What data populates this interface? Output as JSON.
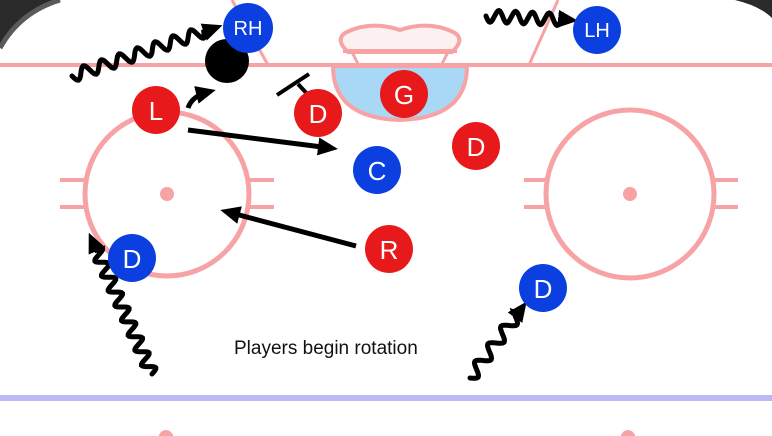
{
  "caption": "Players begin rotation",
  "colors": {
    "team_red": "#e8191b",
    "team_blue": "#0b3fe0",
    "rink_line": "#f7a3a6",
    "blue_line": "#b9b9f5",
    "crease_fill": "#a8d8f5",
    "puck": "#000000",
    "arrow": "#000000"
  },
  "players": [
    {
      "id": "blue-rh",
      "label": "RH",
      "team": "blue"
    },
    {
      "id": "blue-lh",
      "label": "LH",
      "team": "blue"
    },
    {
      "id": "red-l",
      "label": "L",
      "team": "red"
    },
    {
      "id": "red-d-left",
      "label": "D",
      "team": "red"
    },
    {
      "id": "red-g",
      "label": "G",
      "team": "red"
    },
    {
      "id": "red-d-right",
      "label": "D",
      "team": "red"
    },
    {
      "id": "blue-c",
      "label": "C",
      "team": "blue"
    },
    {
      "id": "red-r",
      "label": "R",
      "team": "red"
    },
    {
      "id": "blue-d-left",
      "label": "D",
      "team": "blue"
    },
    {
      "id": "blue-d-right",
      "label": "D",
      "team": "blue"
    }
  ],
  "movements": [
    {
      "from": "offscreen-left",
      "to": "blue-rh",
      "type": "skate-with-puck"
    },
    {
      "from": "offscreen-center",
      "to": "blue-lh",
      "type": "skate-with-puck"
    },
    {
      "from": "red-l",
      "to": "puck",
      "type": "skate"
    },
    {
      "from": "red-l",
      "to": "blue-c",
      "type": "pass"
    },
    {
      "from": "red-r",
      "to": "left-faceoff-circle",
      "type": "pass"
    },
    {
      "from": "offscreen-bottom-left",
      "to": "blue-d-left",
      "type": "skate-with-puck"
    },
    {
      "from": "offscreen-bottom-center",
      "to": "blue-d-right",
      "type": "skate-with-puck"
    },
    {
      "from": "red-d-left",
      "to": "stick",
      "type": "stick"
    }
  ]
}
